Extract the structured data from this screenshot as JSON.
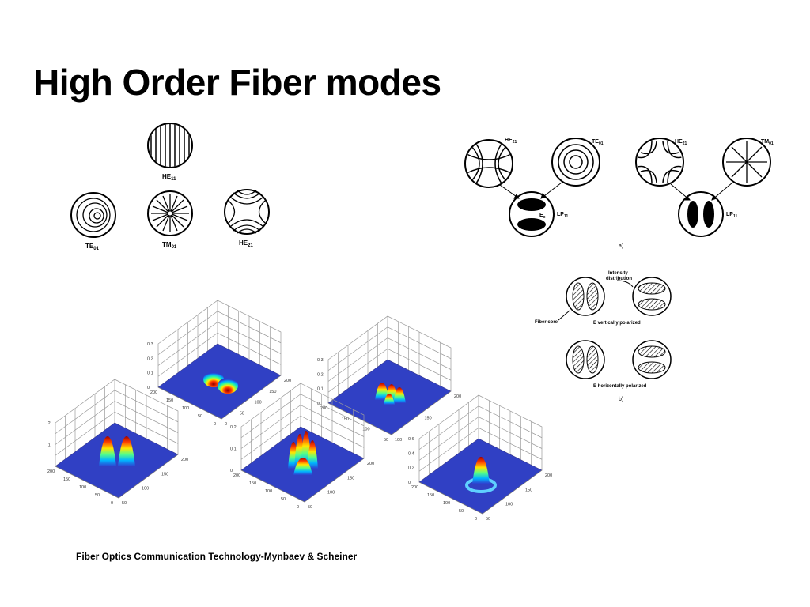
{
  "slide": {
    "title": "High Order Fiber modes",
    "footer": "Fiber Optics Communication Technology-Mynbaev & Scheiner"
  },
  "left_diagram": {
    "modes": [
      {
        "name": "HE",
        "sub": "11"
      },
      {
        "name": "TE",
        "sub": "01"
      },
      {
        "name": "TM",
        "sub": "01"
      },
      {
        "name": "HE",
        "sub": "21"
      }
    ]
  },
  "right_diagram_a": {
    "modes": [
      {
        "name": "HE",
        "sub": "21"
      },
      {
        "name": "TE",
        "sub": "01"
      },
      {
        "name": "HE",
        "sub": "21"
      },
      {
        "name": "TM",
        "sub": "01"
      }
    ],
    "lp": [
      {
        "name": "LP",
        "sub": "11"
      },
      {
        "name": "LP",
        "sub": "11"
      }
    ],
    "ex_label": {
      "name": "E",
      "sub": "x"
    },
    "panel_label": "a)"
  },
  "right_diagram_b": {
    "intensity_label_1": "Intensity",
    "intensity_label_2": "distribution",
    "fiber_core": "Fiber core",
    "vertical": "E vertically polarized",
    "horizontal": "E horizontally polarized",
    "panel_label": "b)"
  },
  "plots": [
    {
      "ticks": [
        "0.3",
        "0.2",
        "0.1",
        "0"
      ],
      "axis1": [
        "200",
        "150",
        "100",
        "50",
        "0"
      ],
      "axis2": [
        "200",
        "150",
        "100",
        "50",
        "0"
      ]
    },
    {
      "ticks": [
        "0.3",
        "0.2",
        "0.1",
        "0"
      ],
      "axis1": [
        "200",
        "150",
        "100",
        "50"
      ],
      "axis2": [
        "200",
        "150",
        "100"
      ]
    },
    {
      "ticks": [
        "0.2",
        "0.1",
        "0"
      ],
      "axis1": [
        "200",
        "150",
        "100",
        "50",
        "0"
      ],
      "axis2": [
        "200",
        "150",
        "100",
        "50"
      ]
    },
    {
      "ticks": [
        "0.2",
        "0.1",
        "0"
      ],
      "axis1": [
        "200",
        "150",
        "100",
        "50",
        "0"
      ],
      "axis2": [
        "200",
        "150",
        "100",
        "50"
      ]
    },
    {
      "ticks": [
        "0.6",
        "0.4",
        "0.2",
        "0"
      ],
      "axis1": [
        "200",
        "150",
        "100",
        "50",
        "0"
      ],
      "axis2": [
        "200",
        "150",
        "100",
        "50"
      ]
    }
  ]
}
